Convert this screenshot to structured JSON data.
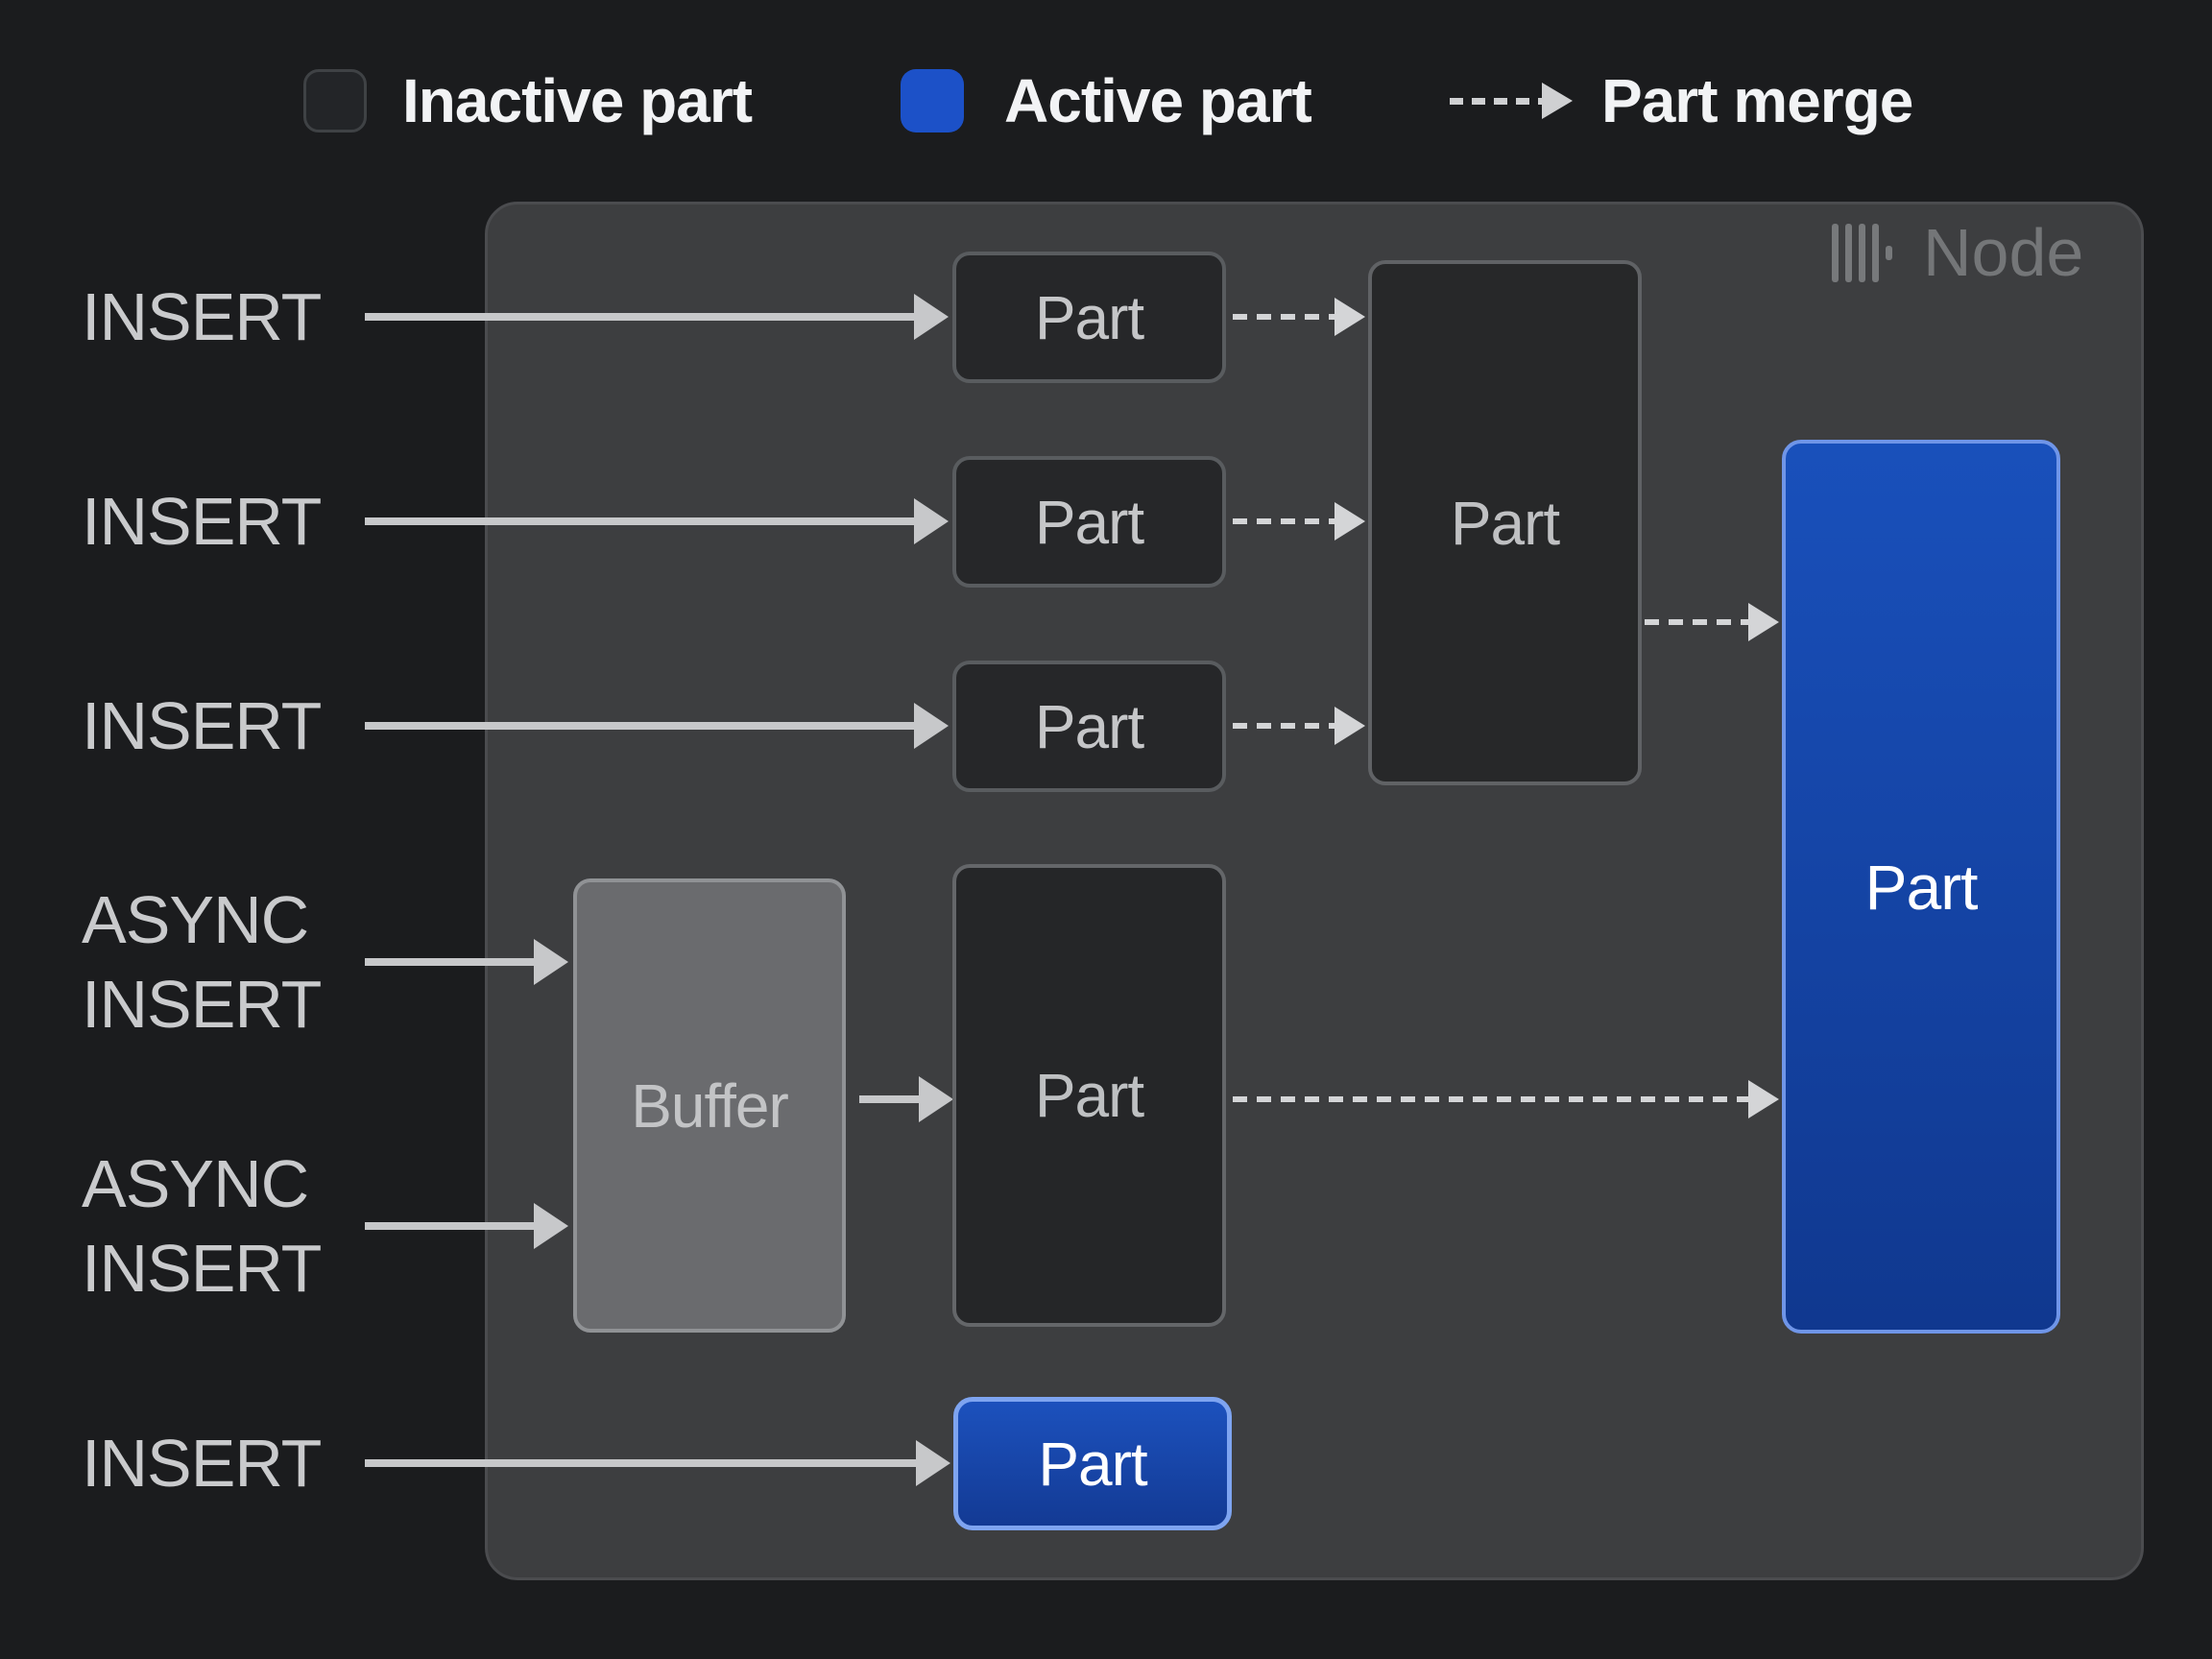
{
  "legend": {
    "items": [
      {
        "id": "inactive",
        "label": "Inactive part"
      },
      {
        "id": "active",
        "label": "Active part"
      },
      {
        "id": "merge",
        "label": "Part merge"
      }
    ]
  },
  "node": {
    "label": "Node",
    "icon": "clickhouse-bars-icon"
  },
  "inputs": [
    {
      "label": "INSERT"
    },
    {
      "label": "INSERT"
    },
    {
      "label": "INSERT"
    },
    {
      "label": "ASYNC INSERT"
    },
    {
      "label": "ASYNC INSERT"
    },
    {
      "label": "INSERT"
    }
  ],
  "parts": {
    "part_top_1": "Part",
    "part_top_2": "Part",
    "part_top_3": "Part",
    "part_merged": "Part",
    "part_active_large": "Part",
    "buffer": "Buffer",
    "part_buffered": "Part",
    "part_active_small": "Part"
  },
  "colors": {
    "page_bg": "#1b1c1e",
    "node_bg": "#3d3e40",
    "node_border": "#4b4c4f",
    "inactive_part_fill": "#262729",
    "inactive_part_border": "#595c5f",
    "active_part_fill_top": "#1c51c8",
    "active_part_fill_bottom": "#123a94",
    "active_part_border": "#7ea4f0",
    "buffer_fill": "#6a6b6e",
    "buffer_border": "#909295",
    "solid_arrow": "#c7c8ca",
    "dashed_arrow": "#d4d5d7",
    "legend_text": "#f2f3f5",
    "input_label_text": "#c9cacc",
    "node_label_text": "#747678"
  }
}
